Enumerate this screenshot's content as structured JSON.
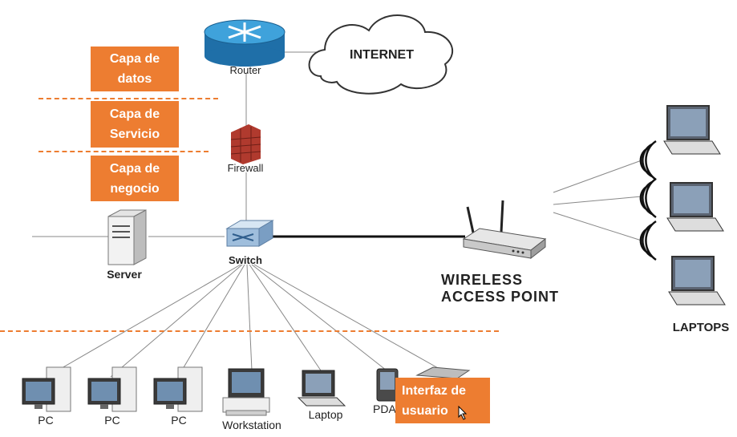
{
  "labels": {
    "internet": "INTERNET",
    "router": "Router",
    "firewall": "Firewall",
    "switch": "Switch",
    "server": "Server",
    "wap_line1": "WIRELESS",
    "wap_line2": "ACCESS POINT",
    "laptops": "LAPTOPS",
    "pc1": "PC",
    "pc2": "PC",
    "pc3": "PC",
    "workstation": "Workstation",
    "laptop": "Laptop",
    "pda": "PDA"
  },
  "layers": {
    "datos": {
      "line1": "Capa de",
      "line2": "datos"
    },
    "servicio": {
      "line1": "Capa de",
      "line2": "Servicio"
    },
    "negocio": {
      "line1": "Capa de",
      "line2": "negocio"
    },
    "interfaz": {
      "line1": "Interfaz de",
      "line2": "usuario"
    }
  },
  "colors": {
    "accent": "#ED7D31",
    "router": "#2E86C1",
    "firewall": "#C0392B"
  }
}
